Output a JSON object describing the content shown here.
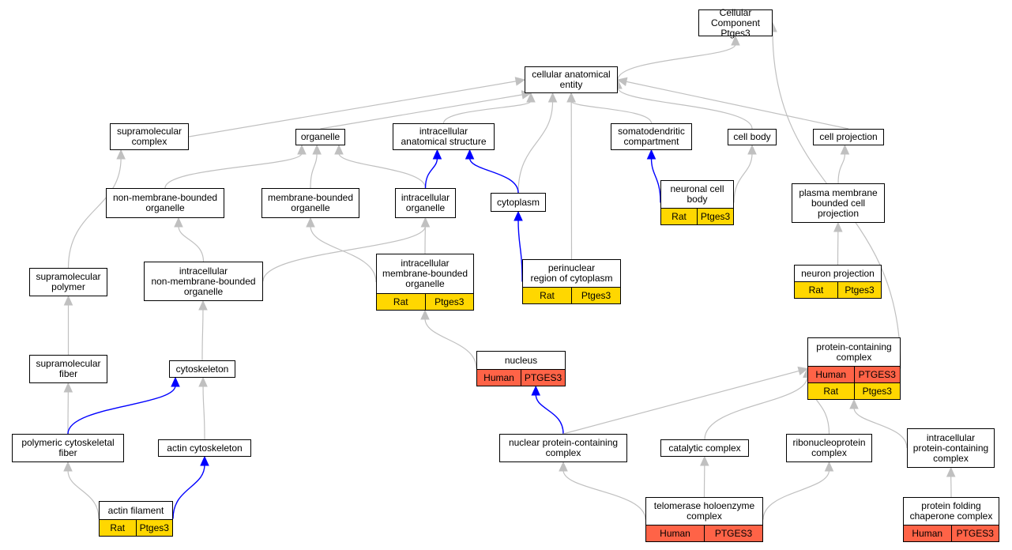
{
  "nodes": [
    {
      "id": "cc",
      "label": "Cellular Component\nPtges3"
    },
    {
      "id": "cae",
      "label": "cellular anatomical\nentity"
    },
    {
      "id": "supcomplex",
      "label": "supramolecular\ncomplex"
    },
    {
      "id": "organelle",
      "label": "organelle"
    },
    {
      "id": "ias",
      "label": "intracellular\nanatomical structure"
    },
    {
      "id": "somato",
      "label": "somatodendritic\ncompartment"
    },
    {
      "id": "cellbody",
      "label": "cell body"
    },
    {
      "id": "cellproj",
      "label": "cell projection"
    },
    {
      "id": "nmbo",
      "label": "non-membrane-bounded\norganelle"
    },
    {
      "id": "mbo",
      "label": "membrane-bounded\norganelle"
    },
    {
      "id": "io",
      "label": "intracellular\norganelle"
    },
    {
      "id": "cytoplasm",
      "label": "cytoplasm"
    },
    {
      "id": "ncb",
      "label": "neuronal cell\nbody",
      "annotations": [
        [
          "Rat",
          "Ptges3"
        ]
      ]
    },
    {
      "id": "pmbcp",
      "label": "plasma membrane\nbounded cell\nprojection"
    },
    {
      "id": "suppoly",
      "label": "supramolecular\npolymer"
    },
    {
      "id": "inmbo",
      "label": "intracellular\nnon-membrane-bounded\norganelle"
    },
    {
      "id": "imbo",
      "label": "intracellular\nmembrane-bounded\norganelle",
      "annotations": [
        [
          "Rat",
          "Ptges3"
        ]
      ]
    },
    {
      "id": "perinuc",
      "label": "perinuclear\nregion of cytoplasm",
      "annotations": [
        [
          "Rat",
          "Ptges3"
        ]
      ]
    },
    {
      "id": "neuronproj",
      "label": "neuron projection",
      "annotations": [
        [
          "Rat",
          "Ptges3"
        ]
      ]
    },
    {
      "id": "supfiber",
      "label": "supramolecular\nfiber"
    },
    {
      "id": "cytoskel",
      "label": "cytoskeleton"
    },
    {
      "id": "nucleus",
      "label": "nucleus",
      "annotations": [
        [
          "Human",
          "PTGES3"
        ]
      ]
    },
    {
      "id": "pcc",
      "label": "protein-containing\ncomplex",
      "annotations": [
        [
          "Human",
          "PTGES3"
        ],
        [
          "Rat",
          "Ptges3"
        ]
      ]
    },
    {
      "id": "pcf",
      "label": "polymeric cytoskeletal\nfiber"
    },
    {
      "id": "actincyto",
      "label": "actin cytoskeleton"
    },
    {
      "id": "npcc",
      "label": "nuclear protein-containing\ncomplex"
    },
    {
      "id": "catcomplex",
      "label": "catalytic complex"
    },
    {
      "id": "rnp",
      "label": "ribonucleoprotein\ncomplex"
    },
    {
      "id": "ipcc",
      "label": "intracellular\nprotein-containing\ncomplex"
    },
    {
      "id": "actinfil",
      "label": "actin filament",
      "annotations": [
        [
          "Rat",
          "Ptges3"
        ]
      ]
    },
    {
      "id": "telo",
      "label": "telomerase holoenzyme\ncomplex",
      "annotations": [
        [
          "Human",
          "PTGES3"
        ]
      ]
    },
    {
      "id": "pfcc",
      "label": "protein folding\nchaperone complex",
      "annotations": [
        [
          "Human",
          "PTGES3"
        ]
      ]
    }
  ],
  "edges": [
    {
      "from": "cae",
      "to": "cc",
      "color": "#c0c0c0"
    },
    {
      "from": "pcc",
      "to": "cc",
      "color": "#c0c0c0"
    },
    {
      "from": "supcomplex",
      "to": "cae",
      "color": "#c0c0c0"
    },
    {
      "from": "organelle",
      "to": "cae",
      "color": "#c0c0c0"
    },
    {
      "from": "ias",
      "to": "cae",
      "color": "#c0c0c0"
    },
    {
      "from": "cytoplasm",
      "to": "cae",
      "color": "#c0c0c0"
    },
    {
      "from": "perinuc",
      "to": "cae",
      "color": "#c0c0c0"
    },
    {
      "from": "somato",
      "to": "cae",
      "color": "#c0c0c0"
    },
    {
      "from": "cellbody",
      "to": "cae",
      "color": "#c0c0c0"
    },
    {
      "from": "cellproj",
      "to": "cae",
      "color": "#c0c0c0"
    },
    {
      "from": "nmbo",
      "to": "organelle",
      "color": "#c0c0c0"
    },
    {
      "from": "mbo",
      "to": "organelle",
      "color": "#c0c0c0"
    },
    {
      "from": "io",
      "to": "organelle",
      "color": "#c0c0c0"
    },
    {
      "from": "io",
      "to": "ias",
      "color": "#0000ff"
    },
    {
      "from": "cytoplasm",
      "to": "ias",
      "color": "#0000ff"
    },
    {
      "from": "ncb",
      "to": "somato",
      "color": "#0000ff"
    },
    {
      "from": "ncb",
      "to": "cellbody",
      "color": "#c0c0c0"
    },
    {
      "from": "pmbcp",
      "to": "cellproj",
      "color": "#c0c0c0"
    },
    {
      "from": "neuronproj",
      "to": "pmbcp",
      "color": "#c0c0c0"
    },
    {
      "from": "suppoly",
      "to": "supcomplex",
      "color": "#c0c0c0"
    },
    {
      "from": "inmbo",
      "to": "nmbo",
      "color": "#c0c0c0"
    },
    {
      "from": "inmbo",
      "to": "io",
      "color": "#c0c0c0"
    },
    {
      "from": "imbo",
      "to": "mbo",
      "color": "#c0c0c0"
    },
    {
      "from": "imbo",
      "to": "io",
      "color": "#c0c0c0"
    },
    {
      "from": "perinuc",
      "to": "cytoplasm",
      "color": "#0000ff"
    },
    {
      "from": "supfiber",
      "to": "suppoly",
      "color": "#c0c0c0"
    },
    {
      "from": "cytoskel",
      "to": "inmbo",
      "color": "#c0c0c0"
    },
    {
      "from": "nucleus",
      "to": "imbo",
      "color": "#c0c0c0"
    },
    {
      "from": "pcf",
      "to": "supfiber",
      "color": "#c0c0c0"
    },
    {
      "from": "pcf",
      "to": "cytoskel",
      "color": "#0000ff"
    },
    {
      "from": "actincyto",
      "to": "cytoskel",
      "color": "#c0c0c0"
    },
    {
      "from": "npcc",
      "to": "nucleus",
      "color": "#0000ff"
    },
    {
      "from": "npcc",
      "to": "pcc",
      "color": "#c0c0c0"
    },
    {
      "from": "catcomplex",
      "to": "pcc",
      "color": "#c0c0c0"
    },
    {
      "from": "rnp",
      "to": "pcc",
      "color": "#c0c0c0"
    },
    {
      "from": "ipcc",
      "to": "pcc",
      "color": "#c0c0c0"
    },
    {
      "from": "actinfil",
      "to": "pcf",
      "color": "#c0c0c0"
    },
    {
      "from": "actinfil",
      "to": "actincyto",
      "color": "#0000ff"
    },
    {
      "from": "telo",
      "to": "npcc",
      "color": "#c0c0c0"
    },
    {
      "from": "telo",
      "to": "catcomplex",
      "color": "#c0c0c0"
    },
    {
      "from": "telo",
      "to": "rnp",
      "color": "#c0c0c0"
    },
    {
      "from": "pfcc",
      "to": "ipcc",
      "color": "#c0c0c0"
    }
  ]
}
